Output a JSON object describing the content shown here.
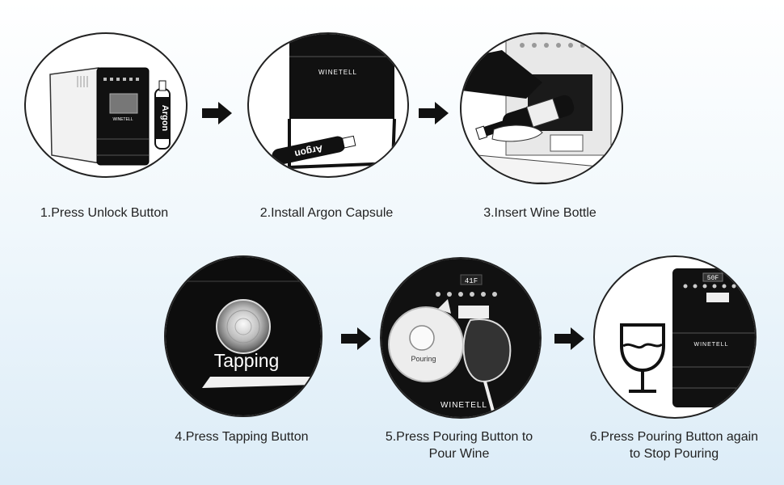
{
  "steps": [
    {
      "id": 1,
      "label": "1.Press Unlock Button"
    },
    {
      "id": 2,
      "label": "2.Install Argon Capsule"
    },
    {
      "id": 3,
      "label": "3.Insert Wine Bottle"
    },
    {
      "id": 4,
      "label": "4.Press Tapping Button"
    },
    {
      "id": 5,
      "label_line1": "5.Press Pouring Button to",
      "label_line2": "Pour Wine"
    },
    {
      "id": 6,
      "label_line1": "6.Press Pouring Button again",
      "label_line2": "to Stop Pouring"
    }
  ],
  "product_texts": {
    "brand": "WINETELL",
    "capsule": "Argon",
    "tapping": "Tapping",
    "pouring": "Pouring",
    "temp_5": "41F",
    "temp_6": "50F"
  }
}
